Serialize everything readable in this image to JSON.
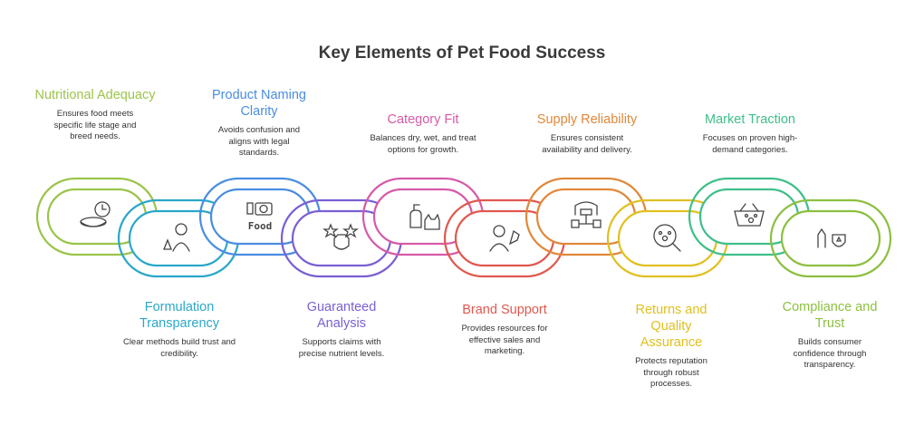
{
  "title": "Key Elements of Pet Food Success",
  "items": [
    {
      "label": "Nutritional Adequacy",
      "description": "Ensures food meets specific life stage and breed needs.",
      "color": "#9bc44a",
      "icon": "pet-bowl-clock-icon"
    },
    {
      "label": "Formulation Transparency",
      "description": "Clear methods build trust and credibility.",
      "color": "#2aa7c9",
      "icon": "scientist-flask-icon"
    },
    {
      "label": "Product Naming Clarity",
      "description": "Avoids confusion and aligns with legal standards.",
      "color": "#4a8de0",
      "icon": "camera-food-label-icon",
      "icon_text": "Food"
    },
    {
      "label": "Guaranteed Analysis",
      "description": "Supports claims with precise nutrient levels.",
      "color": "#7a5fd3",
      "icon": "dog-stars-icon"
    },
    {
      "label": "Category Fit",
      "description": "Balances dry, wet, and treat options for growth.",
      "color": "#d65aa8",
      "icon": "bottle-cat-icon"
    },
    {
      "label": "Brand Support",
      "description": "Provides resources for effective sales and marketing.",
      "color": "#e0584f",
      "icon": "person-pet-icon"
    },
    {
      "label": "Supply Reliability",
      "description": "Ensures consistent availability and delivery.",
      "color": "#e0883a",
      "icon": "warehouse-boxes-icon"
    },
    {
      "label": "Returns and Quality Assurance",
      "description": "Protects reputation through robust processes.",
      "color": "#e0c020",
      "icon": "magnifier-paw-icon"
    },
    {
      "label": "Market Traction",
      "description": "Focuses on proven high-demand categories.",
      "color": "#3fbf8a",
      "icon": "basket-paw-icon"
    },
    {
      "label": "Compliance and Trust",
      "description": "Builds consumer confidence through transparency.",
      "color": "#8cbf3f",
      "icon": "cat-shield-icon"
    }
  ]
}
